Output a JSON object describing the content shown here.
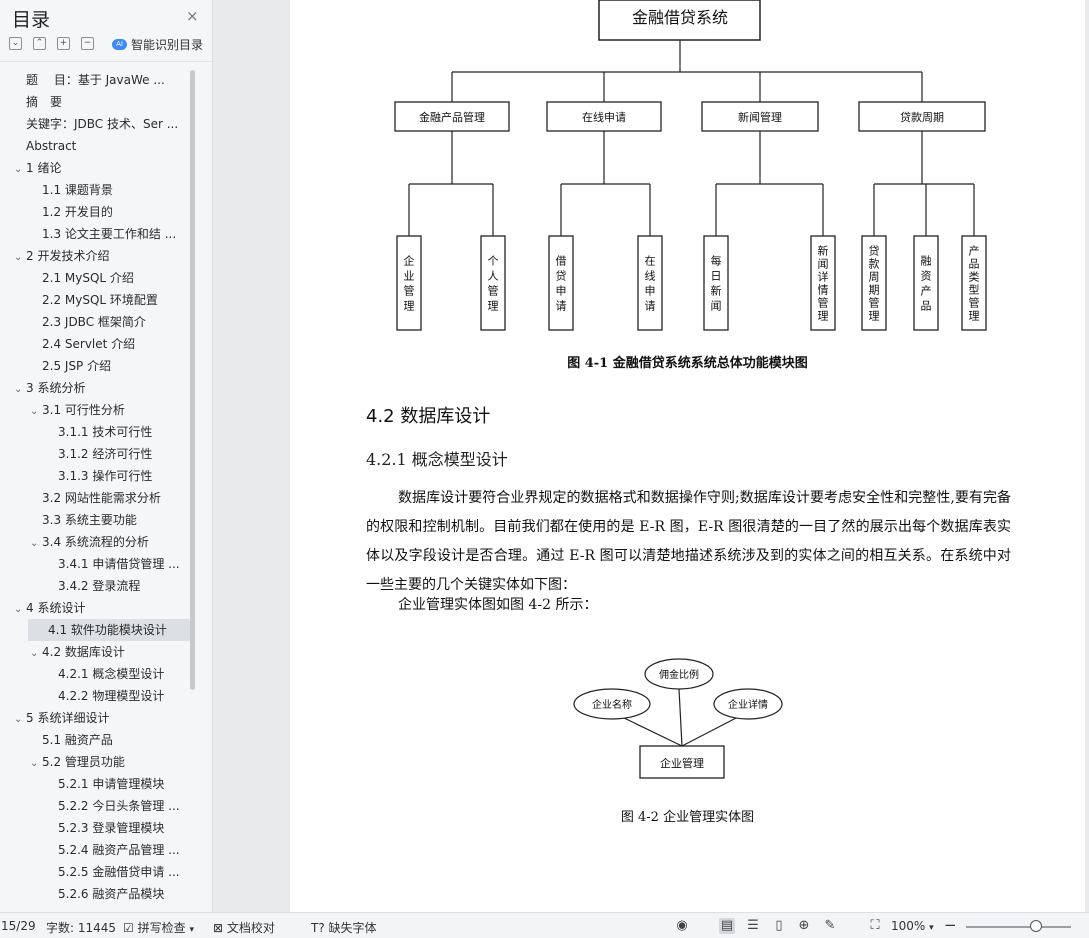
{
  "sidebar": {
    "title": "目录",
    "close_icon": "×",
    "tools": {
      "collapse": "⌄",
      "expand": "⌃",
      "add": "+",
      "remove": "−"
    },
    "smart_label": "智能识别目录",
    "smart_badge": "AI",
    "items": [
      {
        "label": "题　 目：基于 JavaWe ...",
        "level": 0,
        "chevron": ""
      },
      {
        "label": "摘　要",
        "level": 0,
        "chevron": ""
      },
      {
        "label": "关键字：JDBC 技术、Ser ...",
        "level": 0,
        "chevron": ""
      },
      {
        "label": "Abstract",
        "level": 0,
        "chevron": ""
      },
      {
        "label": "1 绪论",
        "level": 0,
        "chevron": "⌄"
      },
      {
        "label": "1.1 课题背景",
        "level": 1,
        "chevron": ""
      },
      {
        "label": "1.2 开发目的",
        "level": 1,
        "chevron": ""
      },
      {
        "label": "1.3  论文主要工作和结 ...",
        "level": 1,
        "chevron": ""
      },
      {
        "label": "2 开发技术介绍",
        "level": 0,
        "chevron": "⌄"
      },
      {
        "label": "2.1 MySQL  介绍",
        "level": 1,
        "chevron": ""
      },
      {
        "label": "2.2 MySQL 环境配置",
        "level": 1,
        "chevron": ""
      },
      {
        "label": "2.3 JDBC 框架简介",
        "level": 1,
        "chevron": ""
      },
      {
        "label": "2.4 Servlet 介绍",
        "level": 1,
        "chevron": ""
      },
      {
        "label": "2.5 JSP 介绍",
        "level": 1,
        "chevron": ""
      },
      {
        "label": "3 系统分析",
        "level": 0,
        "chevron": "⌄"
      },
      {
        "label": "3.1 可行性分析",
        "level": 1,
        "chevron": "⌄"
      },
      {
        "label": "3.1.1 技术可行性",
        "level": 2,
        "chevron": ""
      },
      {
        "label": "3.1.2 经济可行性",
        "level": 2,
        "chevron": ""
      },
      {
        "label": "3.1.3 操作可行性",
        "level": 2,
        "chevron": ""
      },
      {
        "label": "3.2 网站性能需求分析",
        "level": 1,
        "chevron": ""
      },
      {
        "label": "3.3 系统主要功能",
        "level": 1,
        "chevron": ""
      },
      {
        "label": "3.4 系统流程的分析",
        "level": 1,
        "chevron": "⌄"
      },
      {
        "label": "3.4.1  申请借贷管理 ...",
        "level": 2,
        "chevron": ""
      },
      {
        "label": "3.4.2  登录流程",
        "level": 2,
        "chevron": ""
      },
      {
        "label": "4 系统设计",
        "level": 0,
        "chevron": "⌄"
      },
      {
        "label": "4.1  软件功能模块设计",
        "level": 1,
        "chevron": "",
        "active": true
      },
      {
        "label": "4.2  数据库设计",
        "level": 1,
        "chevron": "⌄"
      },
      {
        "label": "4.2.1  概念模型设计",
        "level": 2,
        "chevron": ""
      },
      {
        "label": "4.2.2  物理模型设计",
        "level": 2,
        "chevron": ""
      },
      {
        "label": "5 系统详细设计",
        "level": 0,
        "chevron": "⌄"
      },
      {
        "label": "5.1 融资产品",
        "level": 1,
        "chevron": ""
      },
      {
        "label": "5.2 管理员功能",
        "level": 1,
        "chevron": "⌄"
      },
      {
        "label": "5.2.1 申请管理模块",
        "level": 2,
        "chevron": ""
      },
      {
        "label": "5.2.2 今日头条管理 ...",
        "level": 2,
        "chevron": ""
      },
      {
        "label": "5.2.3 登录管理模块",
        "level": 2,
        "chevron": ""
      },
      {
        "label": "5.2.4 融资产品管理 ...",
        "level": 2,
        "chevron": ""
      },
      {
        "label": "5.2.5 金融借贷申请 ...",
        "level": 2,
        "chevron": ""
      },
      {
        "label": "5.2.6 融资产品模块",
        "level": 2,
        "chevron": ""
      }
    ]
  },
  "document": {
    "diagram": {
      "root": "金融借贷系统",
      "modules": [
        {
          "name": "金融产品管理",
          "children": [
            "企业管理",
            "个人管理"
          ]
        },
        {
          "name": "在线申请",
          "children": [
            "借贷申请",
            "在线申请"
          ]
        },
        {
          "name": "新闻管理",
          "children": [
            "每日新闻",
            "新闻详情管理"
          ]
        },
        {
          "name": "贷款周期",
          "children": [
            "贷款周期管理",
            "融资产品",
            "产品类型管理"
          ]
        }
      ]
    },
    "fig1_caption": "图 4-1 金融借贷系统系统总体功能模块图",
    "h2": "4.2  数据库设计",
    "h3": "4.2.1  概念模型设计",
    "paragraph": "数据库设计要符合业界规定的数据格式和数据操作守则;数据库设计要考虑安全性和完整性,要有完备的权限和控制机制。目前我们都在使用的是 E-R 图，E-R 图很清楚的一目了然的展示出每个数据库表实体以及字段设计是否合理。通过 E-R 图可以清楚地描述系统涉及到的实体之间的相互关系。在系统中对一些主要的几个关键实体如下图：",
    "paragraph2": "企业管理实体图如图 4-2 所示：",
    "er": {
      "entity": "企业管理",
      "attributes": [
        "企业名称",
        "佣金比例",
        "企业详情"
      ]
    },
    "fig2_caption": "图 4-2 企业管理实体图"
  },
  "statusbar": {
    "page": "15/29",
    "word_count": "字数: 11445",
    "spellcheck": "拼写检查",
    "proofread": "文档校对",
    "missing_font": "缺失字体",
    "zoom": "100%",
    "zoom_fraction": 0.6,
    "icons": [
      "eye-protection-icon",
      "page-view-icon",
      "outline-view-icon",
      "read-mode-icon",
      "web-view-icon",
      "pen-icon",
      "fit-page-icon"
    ]
  }
}
